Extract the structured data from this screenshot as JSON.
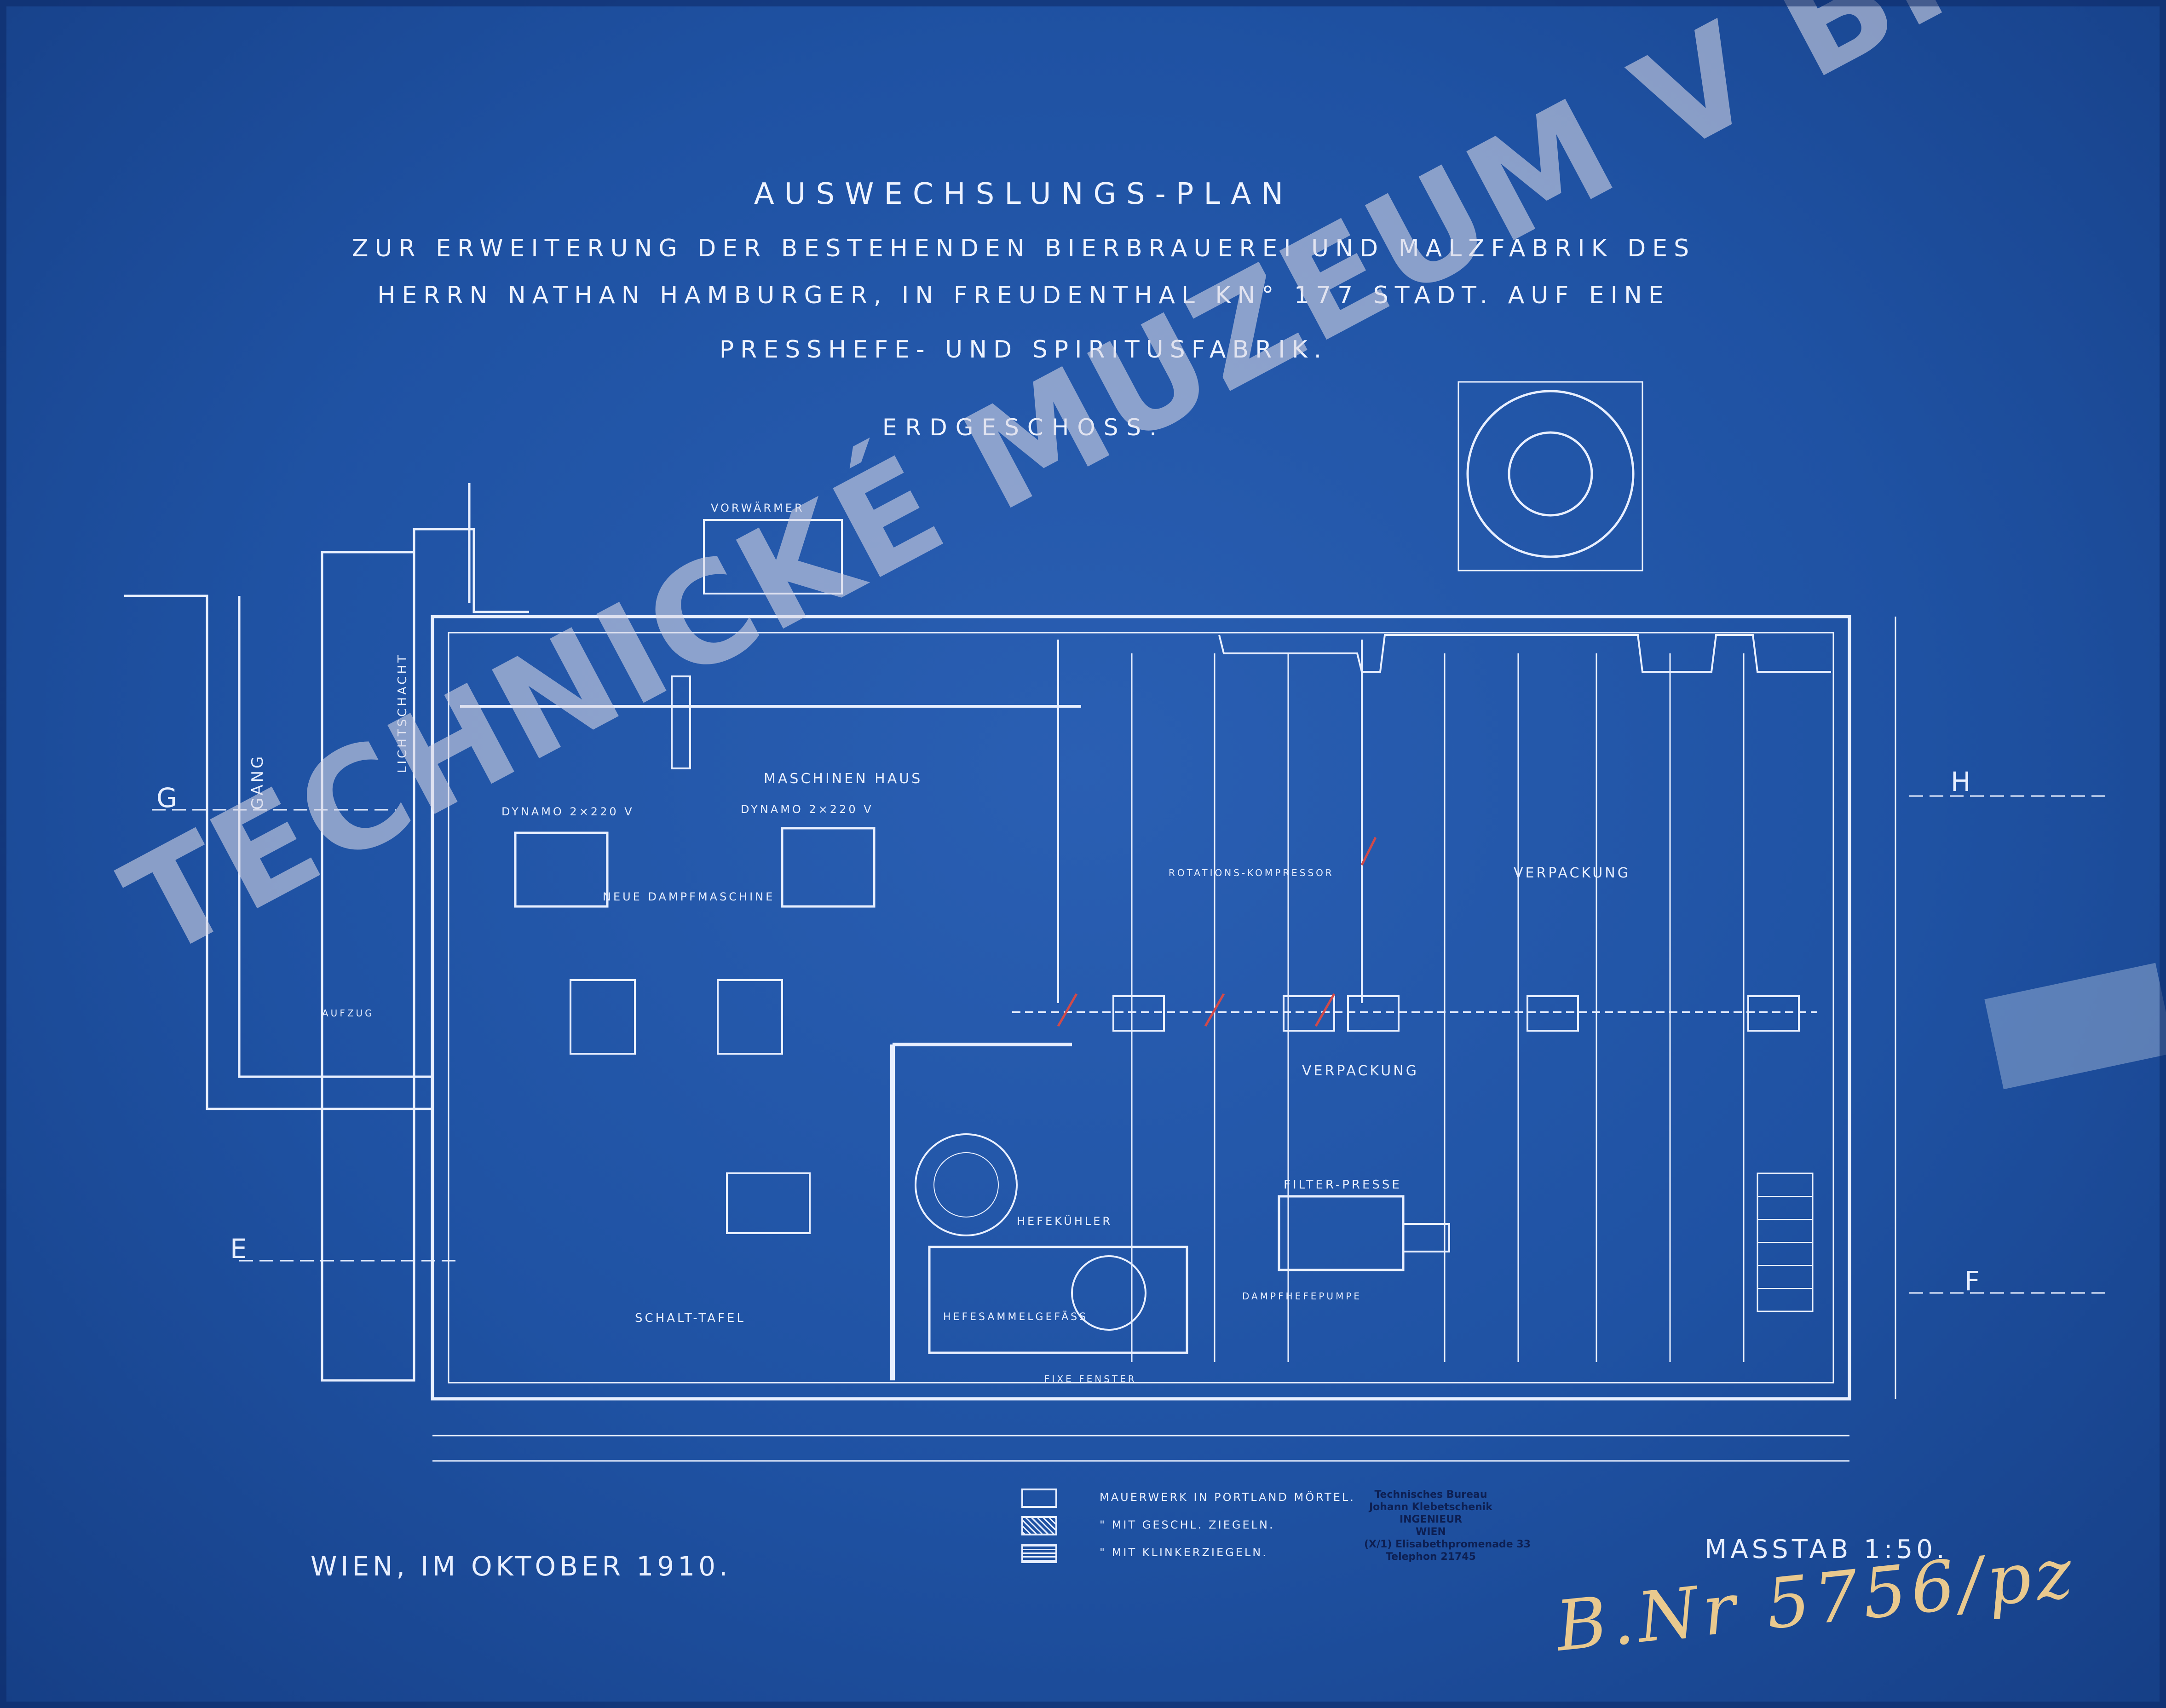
{
  "title": {
    "line1": "AUSWECHSLUNGS-PLAN",
    "line2": "ZUR ERWEITERUNG DER BESTEHENDEN BIERBRAUEREI UND MALZFABRIK DES",
    "line3": "HERRN NATHAN HAMBURGER, IN FREUDENTHAL KN° 177 STADT. AUF EINE",
    "line4": "PRESSHEFE- UND SPIRITUSFABRIK.",
    "floor": "ERDGESCHOSS."
  },
  "rooms": {
    "maschinenhaus": "MASCHINEN HAUS",
    "vorwarmer": "VORWÄRMER",
    "dynamo1": "DYNAMO 2×220 V",
    "dynamo2": "DYNAMO 2×220 V",
    "dampfmaschine": "NEUE DAMPFMASCHINE",
    "verpackung1": "VERPACKUNG",
    "verpackung2": "VERPACKUNG",
    "filterpresse": "FILTER-PRESSE",
    "hefekuhler": "HEFEKÜHLER",
    "hefesammelgefass": "HEFESAMMELGEFÄSS",
    "schalttafel": "SCHALT-TAFEL",
    "gang": "GANG",
    "rotationskompresor": "ROTATIONS-KOMPRESSOR",
    "dampfhefepumpe": "DAMPFHEFEPUMPE",
    "fixe_fenster": "FIXE FENSTER",
    "aufzug": "AUFZUG",
    "lichtschacht": "LICHTSCHACHT"
  },
  "section_marks": {
    "g": "G",
    "h": "H",
    "e": "E",
    "f": "F"
  },
  "legend": [
    {
      "label": "MAUERWERK IN PORTLAND MÖRTEL."
    },
    {
      "label": "\" MIT GESCHL. ZIEGELN."
    },
    {
      "label": "\" MIT KLINKERZIEGELN."
    }
  ],
  "stamp": {
    "line1": "Technisches Bureau",
    "line2": "Johann Klebetschenik",
    "line3": "INGENIEUR",
    "line4": "WIEN",
    "line5": "(X/1) Elisabethpromenade 33",
    "line6": "Telephon 21745"
  },
  "date": "WIEN, IM OKTOBER 1910.",
  "scale": "MASSTAB 1:50.",
  "handwritten_number": "B.Nr 5756/pz",
  "watermark": "TECHNICKÉ MUZEUM V BRNĚ",
  "colors": {
    "paper": "#1f52a3",
    "line": "#e8efff",
    "red_marks": "#d14a4a",
    "handwriting": "#e9c98e"
  }
}
